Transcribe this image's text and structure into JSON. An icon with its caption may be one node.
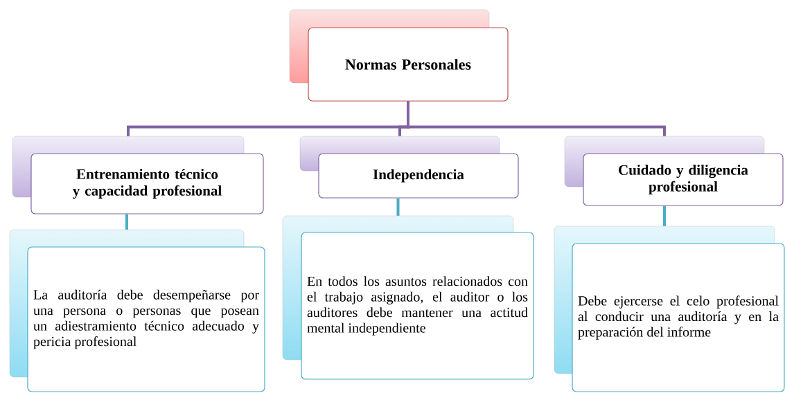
{
  "diagram": {
    "nodes": [
      {
        "text": [
          "Normas Personales"
        ]
      },
      {
        "text": [
          "Entrenamiento técnico y capacidad profesional"
        ]
      },
      {
        "text": [
          "Independencia"
        ]
      },
      {
        "text": [
          "Cuidado y diligencia profesional"
        ]
      },
      {
        "text": [
          "La auditoría debe desempeñarse por una persona o personas que posean un adiestramiento técnico adecuado y pericia profesional"
        ]
      },
      {
        "text": [
          "En todos los asuntos relacionados con el trabajo asignado, el auditor o los auditores debe mantener una actitud mental independiente"
        ]
      },
      {
        "text": [
          "Debe ejercerse el celo profesional al conducir una auditoría y en la preparación del informe"
        ]
      }
    ],
    "edges": [
      {
        "from": 0,
        "to": 1,
        "arrow": "none",
        "color": "#8064a2"
      },
      {
        "from": 0,
        "to": 2,
        "arrow": "none",
        "color": "#8064a2"
      },
      {
        "from": 0,
        "to": 3,
        "arrow": "none",
        "color": "#8064a2"
      },
      {
        "from": 1,
        "to": 4,
        "arrow": "none",
        "color": "#4bacc6"
      },
      {
        "from": 2,
        "to": 5,
        "arrow": "none",
        "color": "#4bacc6"
      },
      {
        "from": 3,
        "to": 6,
        "arrow": "none",
        "color": "#4bacc6"
      }
    ]
  }
}
